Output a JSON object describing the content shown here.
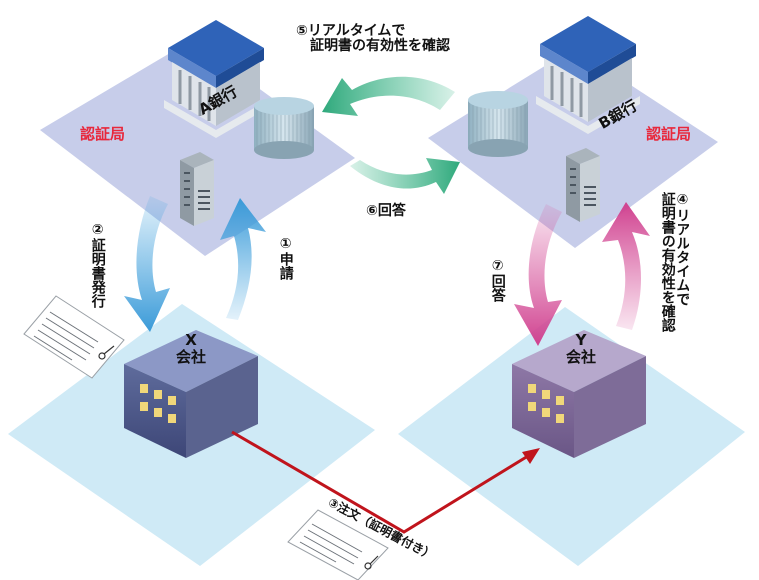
{
  "colors": {
    "platform": "#c7cdea",
    "ground": "#cfeaf6",
    "flow_blue": "#4aa7e0",
    "flow_green": "#3fb98c",
    "flow_pink": "#d8579e",
    "order_line": "#c0141c",
    "authority_red": "#e8283c"
  },
  "left_bank": {
    "bank_name": "A銀行",
    "authority": "認証局",
    "icons": [
      "bank-building-icon",
      "database-icon",
      "server-tower-icon"
    ]
  },
  "right_bank": {
    "bank_name": "B銀行",
    "authority": "認証局",
    "icons": [
      "bank-building-icon",
      "database-icon",
      "server-tower-icon"
    ]
  },
  "company_x": {
    "label_line1": "X",
    "label_line2": "会社"
  },
  "company_y": {
    "label_line1": "Y",
    "label_line2": "会社"
  },
  "steps": {
    "s1": "①申請",
    "s2": "②証明書発行",
    "s3": "③注文（証明書付き）",
    "s4_line1": "④リアルタイムで",
    "s4_line2": "証明書の有効性を確認",
    "s5_line1": "⑤リアルタイムで",
    "s5_line2": "証明書の有効性を確認",
    "s6": "⑥回答",
    "s7": "⑦回答"
  },
  "documents": [
    "certificate-document-icon",
    "order-document-icon"
  ]
}
